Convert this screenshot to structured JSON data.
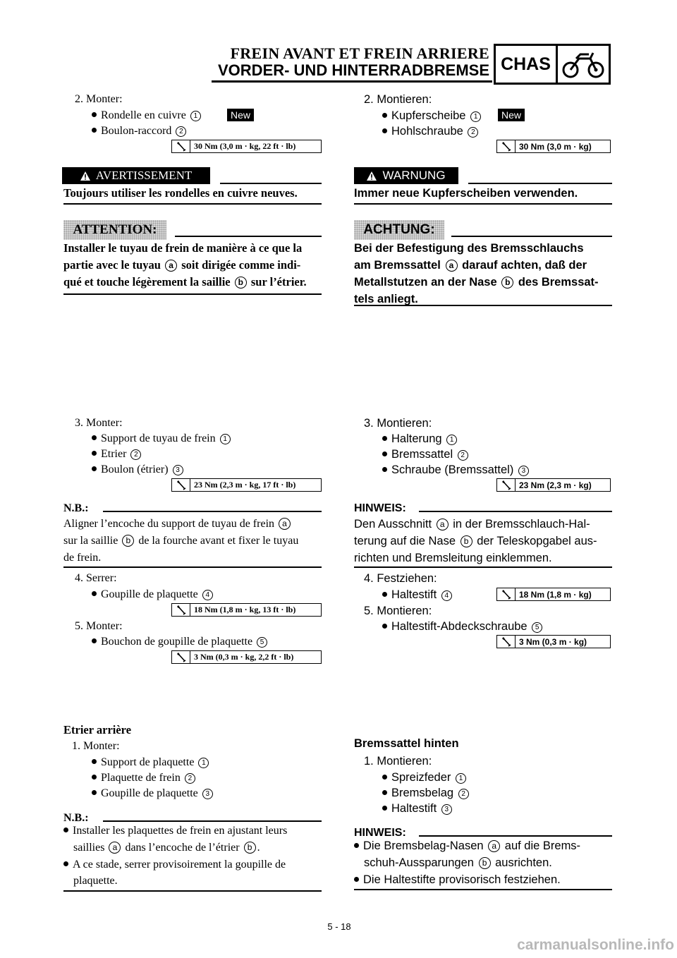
{
  "header": {
    "title_fr": "FREIN AVANT ET FREIN ARRIERE",
    "title_de": "VORDER- UND HINTERRADBREMSE",
    "section_badge": "CHAS",
    "section_icon": "motorcycle-icon"
  },
  "left": {
    "s2_head": "2. Monter:",
    "s2_items": [
      "Rondelle en cuivre",
      "Boulon-raccord"
    ],
    "s2_new": "New",
    "s2_torque": "30 Nm (3,0 m · kg, 22 ft · lb)",
    "warning_label": "AVERTISSEMENT",
    "warning_text": "Toujours utiliser les rondelles en cuivre neuves.",
    "caution_label": "ATTENTION:",
    "caution_lines": [
      "Installer le tuyau de frein de manière à ce que la",
      "partie avec le tuyau",
      "soit dirigée comme indi-",
      "qué et touche légèrement la saillie",
      "sur l’étrier."
    ],
    "s3_head": "3. Monter:",
    "s3_items": [
      "Support de tuyau de frein",
      "Etrier",
      "Boulon (étrier)"
    ],
    "s3_torque": "23 Nm (2,3 m · kg, 17 ft · lb)",
    "nb1_label": "N.B.:",
    "nb1_lines": [
      "Aligner l’encoche du support de tuyau de frein",
      "sur la saillie",
      "de la fourche avant et fixer le tuyau",
      "de frein."
    ],
    "s4_head": "4. Serrer:",
    "s4_items": [
      "Goupille de plaquette"
    ],
    "s4_torque": "18 Nm (1,8 m · kg, 13 ft · lb)",
    "s5_head": "5. Monter:",
    "s5_items": [
      "Bouchon de goupille de plaquette"
    ],
    "s5_torque": "3 Nm (0,3 m · kg, 2,2 ft · lb)",
    "rear_title": "Etrier arrière",
    "r1_head": "1. Monter:",
    "r1_items": [
      "Support de plaquette",
      "Plaquette de frein",
      "Goupille de plaquette"
    ],
    "nb2_label": "N.B.:",
    "nb2_b1_a": "Installer les plaquettes de frein en ajustant leurs",
    "nb2_b1_b": "saillies",
    "nb2_b1_c": "dans l’encoche de l’étrier",
    "nb2_b2_a": "A ce stade, serrer provisoirement la goupille de",
    "nb2_b2_b": "plaquette."
  },
  "right": {
    "s2_head": "2. Montieren:",
    "s2_items": [
      "Kupferscheibe",
      "Hohlschraube"
    ],
    "s2_new": "New",
    "s2_torque": "30 Nm (3,0 m · kg)",
    "warning_label": "WARNUNG",
    "warning_text": "Immer neue Kupferscheiben verwenden.",
    "caution_label": "ACHTUNG:",
    "caution_lines": [
      "Bei der Befestigung des Bremsschlauchs",
      "am Bremssattel",
      "darauf achten, daß der",
      "Metallstutzen an der Nase",
      "des Bremssat-",
      "tels anliegt."
    ],
    "s3_head": "3. Montieren:",
    "s3_items": [
      "Halterung",
      "Bremssattel",
      "Schraube (Bremssattel)"
    ],
    "s3_torque": "23 Nm (2,3 m · kg)",
    "hinweis1_label": "HINWEIS:",
    "hinweis1_lines": [
      "Den Ausschnitt",
      "in der Bremsschlauch-Hal-",
      "terung auf die Nase",
      "der Teleskopgabel aus-",
      "richten und Bremsleitung einklemmen."
    ],
    "s4_head": "4. Festziehen:",
    "s4_items": [
      "Haltestift"
    ],
    "s4_torque": "18 Nm (1,8 m · kg)",
    "s5_head": "5. Montieren:",
    "s5_items": [
      "Haltestift-Abdeckschraube"
    ],
    "s5_torque": "3 Nm (0,3 m · kg)",
    "rear_title": "Bremssattel hinten",
    "r1_head": "1. Montieren:",
    "r1_items": [
      "Spreizfeder",
      "Bremsbelag",
      "Haltestift"
    ],
    "hinweis2_label": "HINWEIS:",
    "hinweis2_b1_a": "Die Bremsbelag-Nasen",
    "hinweis2_b1_b": "auf die Brems-",
    "hinweis2_b1_c": "schuh-Aussparungen",
    "hinweis2_b1_d": "ausrichten.",
    "hinweis2_b2": "Die Haltestifte provisorisch festziehen."
  },
  "refs": {
    "n1": "1",
    "n2": "2",
    "n3": "3",
    "n4": "4",
    "n5": "5",
    "a": "a",
    "b": "b"
  },
  "footer": {
    "page": "5 - 18",
    "watermark": "carmanualsonline.info"
  }
}
